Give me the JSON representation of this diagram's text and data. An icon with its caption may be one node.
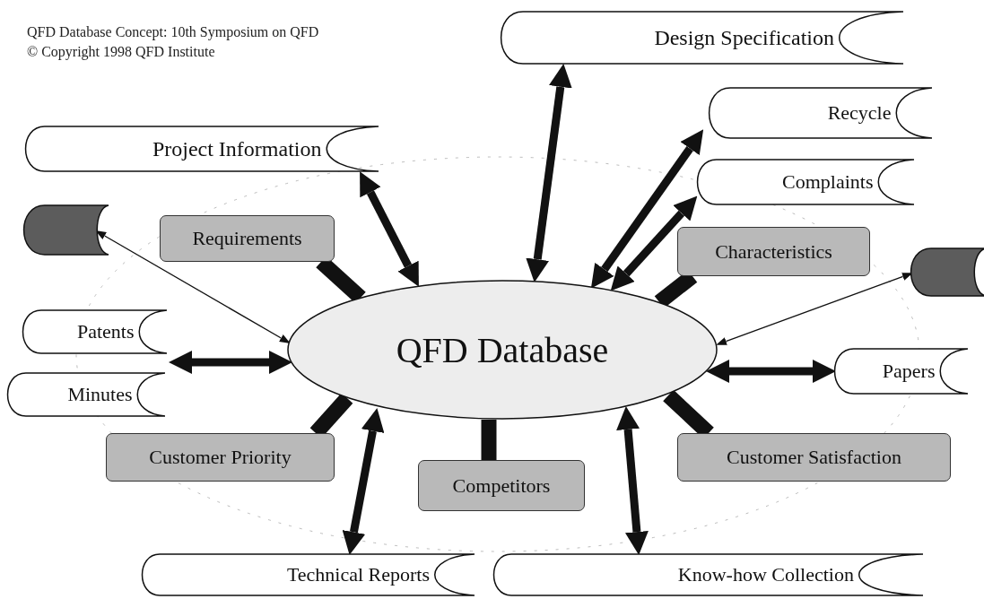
{
  "diagram": {
    "nodes": [
      {
        "text": [
          "QFD Database"
        ]
      },
      {
        "text": [
          "Design Specification"
        ]
      },
      {
        "text": [
          "Project Information"
        ]
      },
      {
        "text": [
          "Recycle"
        ]
      },
      {
        "text": [
          "Complaints"
        ]
      },
      {
        "text": [],
        "shape": "box"
      },
      {
        "text": [
          "Requirements"
        ]
      },
      {
        "text": [
          "Characteristics"
        ]
      },
      {
        "text": [],
        "shape": "box"
      },
      {
        "text": [
          "Patents"
        ]
      },
      {
        "text": [
          "Minutes"
        ]
      },
      {
        "text": [
          "Papers"
        ]
      },
      {
        "text": [
          "Customer Priority"
        ]
      },
      {
        "text": [
          "Competitors"
        ]
      },
      {
        "text": [
          "Customer Satisfaction"
        ]
      },
      {
        "text": [
          "Technical Reports"
        ]
      },
      {
        "text": [
          "Know-how Collection"
        ]
      }
    ],
    "edges": [
      {
        "from": 1,
        "to": 0,
        "arrow": "both"
      },
      {
        "from": 2,
        "to": 0,
        "arrow": "both"
      },
      {
        "from": 3,
        "to": 0,
        "arrow": "both"
      },
      {
        "from": 4,
        "to": 0,
        "arrow": "both"
      },
      {
        "from": 5,
        "to": 0,
        "arrow": "both"
      },
      {
        "from": 6,
        "to": 0,
        "arrow": "none",
        "style": "thick"
      },
      {
        "from": 7,
        "to": 0,
        "arrow": "none",
        "style": "thick"
      },
      {
        "from": 9,
        "to": 0,
        "arrow": "both"
      },
      {
        "from": 10,
        "to": 0,
        "arrow": "both"
      },
      {
        "from": 8,
        "to": 0,
        "arrow": "both"
      },
      {
        "from": 11,
        "to": 0,
        "arrow": "both"
      },
      {
        "from": 12,
        "to": 0,
        "arrow": "none",
        "style": "thick"
      },
      {
        "from": 13,
        "to": 0,
        "arrow": "none",
        "style": "thick"
      },
      {
        "from": 14,
        "to": 0,
        "arrow": "none",
        "style": "thick"
      },
      {
        "from": 15,
        "to": 0,
        "arrow": "both"
      },
      {
        "from": 16,
        "to": 0,
        "arrow": "both"
      }
    ],
    "labels": [
      "QFD Database Concept: 10th Symposium on QFD",
      "© Copyright 1998 QFD Institute"
    ]
  }
}
